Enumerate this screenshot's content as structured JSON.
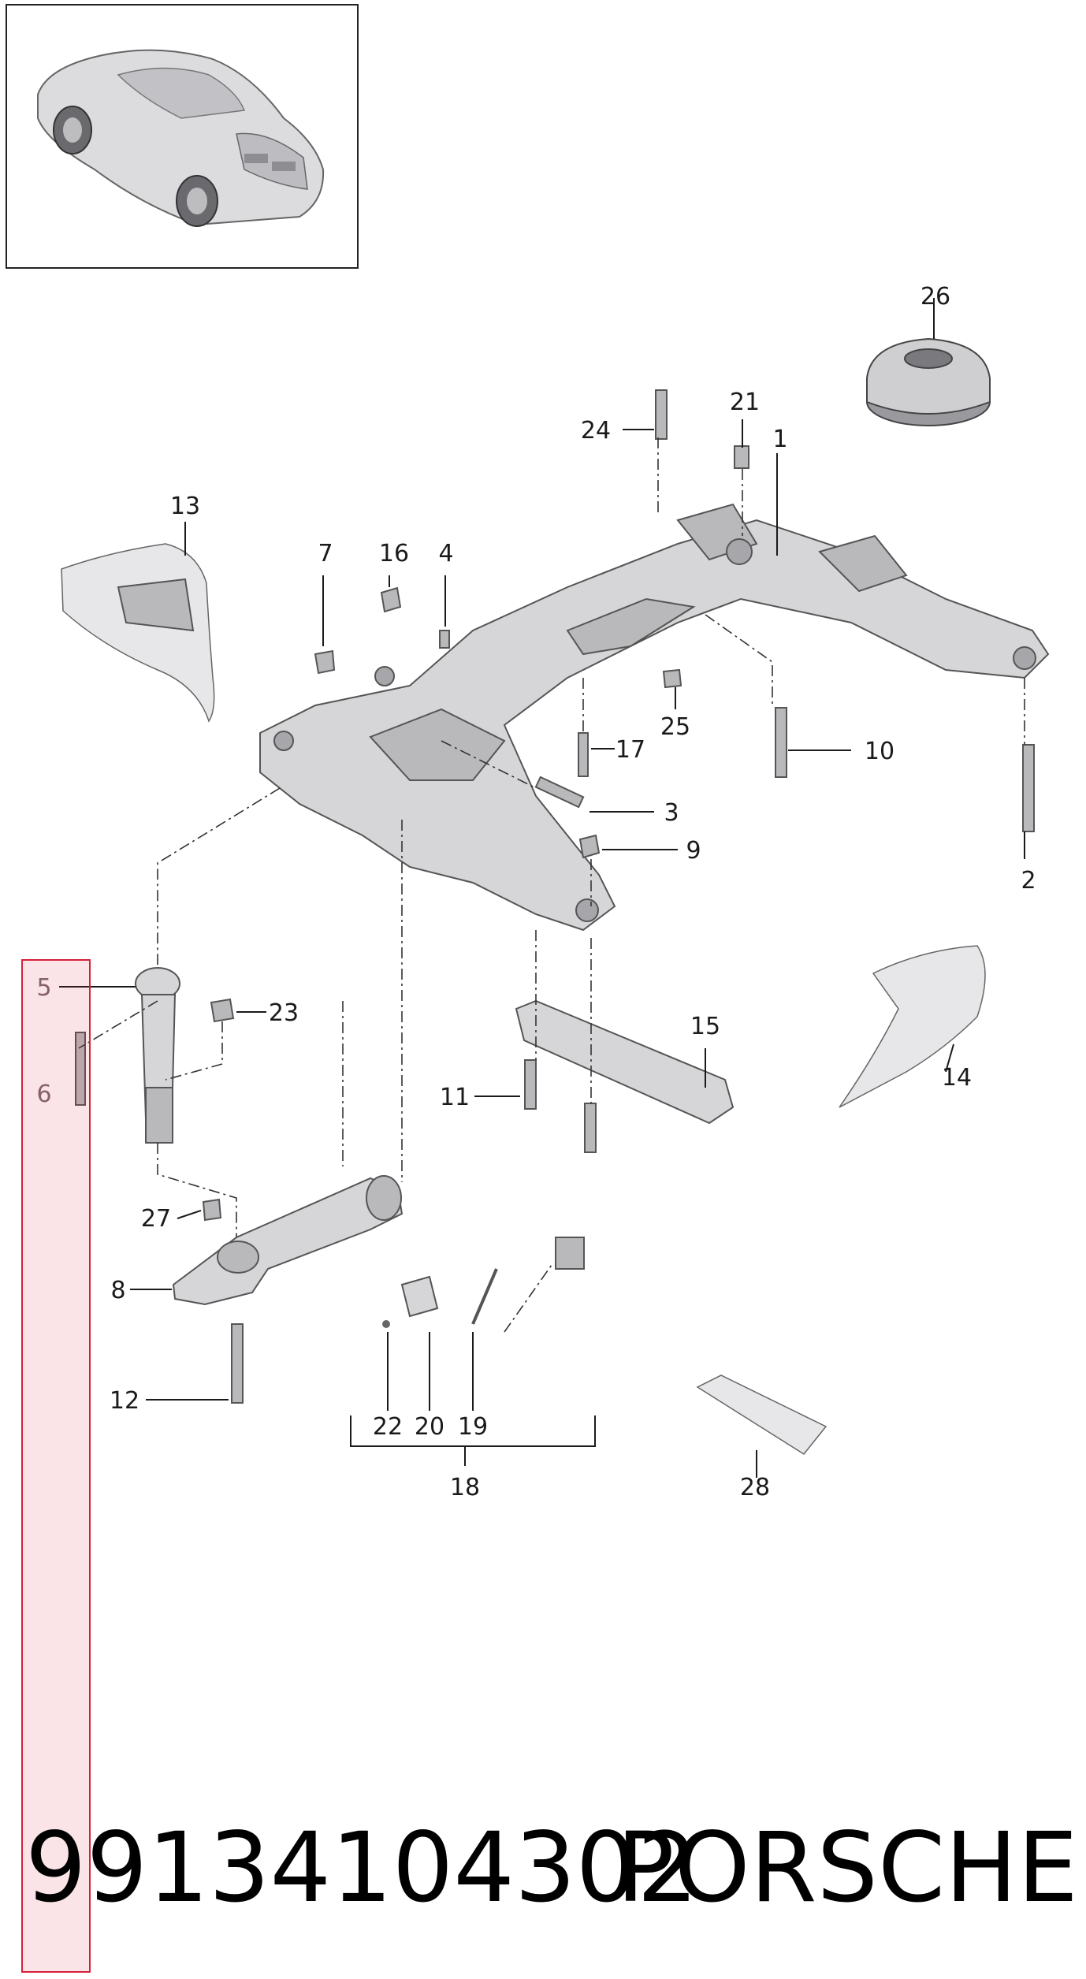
{
  "callouts": [
    {
      "id": "c1",
      "label": "1"
    },
    {
      "id": "c2",
      "label": "2"
    },
    {
      "id": "c3",
      "label": "3"
    },
    {
      "id": "c4",
      "label": "4"
    },
    {
      "id": "c5",
      "label": "5"
    },
    {
      "id": "c6",
      "label": "6"
    },
    {
      "id": "c7",
      "label": "7"
    },
    {
      "id": "c8",
      "label": "8"
    },
    {
      "id": "c9",
      "label": "9"
    },
    {
      "id": "c10",
      "label": "10"
    },
    {
      "id": "c11",
      "label": "11"
    },
    {
      "id": "c12",
      "label": "12"
    },
    {
      "id": "c13",
      "label": "13"
    },
    {
      "id": "c14",
      "label": "14"
    },
    {
      "id": "c15",
      "label": "15"
    },
    {
      "id": "c16",
      "label": "16"
    },
    {
      "id": "c17",
      "label": "17"
    },
    {
      "id": "c18",
      "label": "18"
    },
    {
      "id": "c19",
      "label": "19"
    },
    {
      "id": "c20",
      "label": "20"
    },
    {
      "id": "c21",
      "label": "21"
    },
    {
      "id": "c22",
      "label": "22"
    },
    {
      "id": "c23",
      "label": "23"
    },
    {
      "id": "c24",
      "label": "24"
    },
    {
      "id": "c25",
      "label": "25"
    },
    {
      "id": "c26",
      "label": "26"
    },
    {
      "id": "c27",
      "label": "27"
    },
    {
      "id": "c28",
      "label": "28"
    }
  ],
  "footer": {
    "part_number": "99134104302",
    "brand": "PORSCHE"
  },
  "highlight_color": "#d6203a",
  "line_color": "#1a1a1a"
}
